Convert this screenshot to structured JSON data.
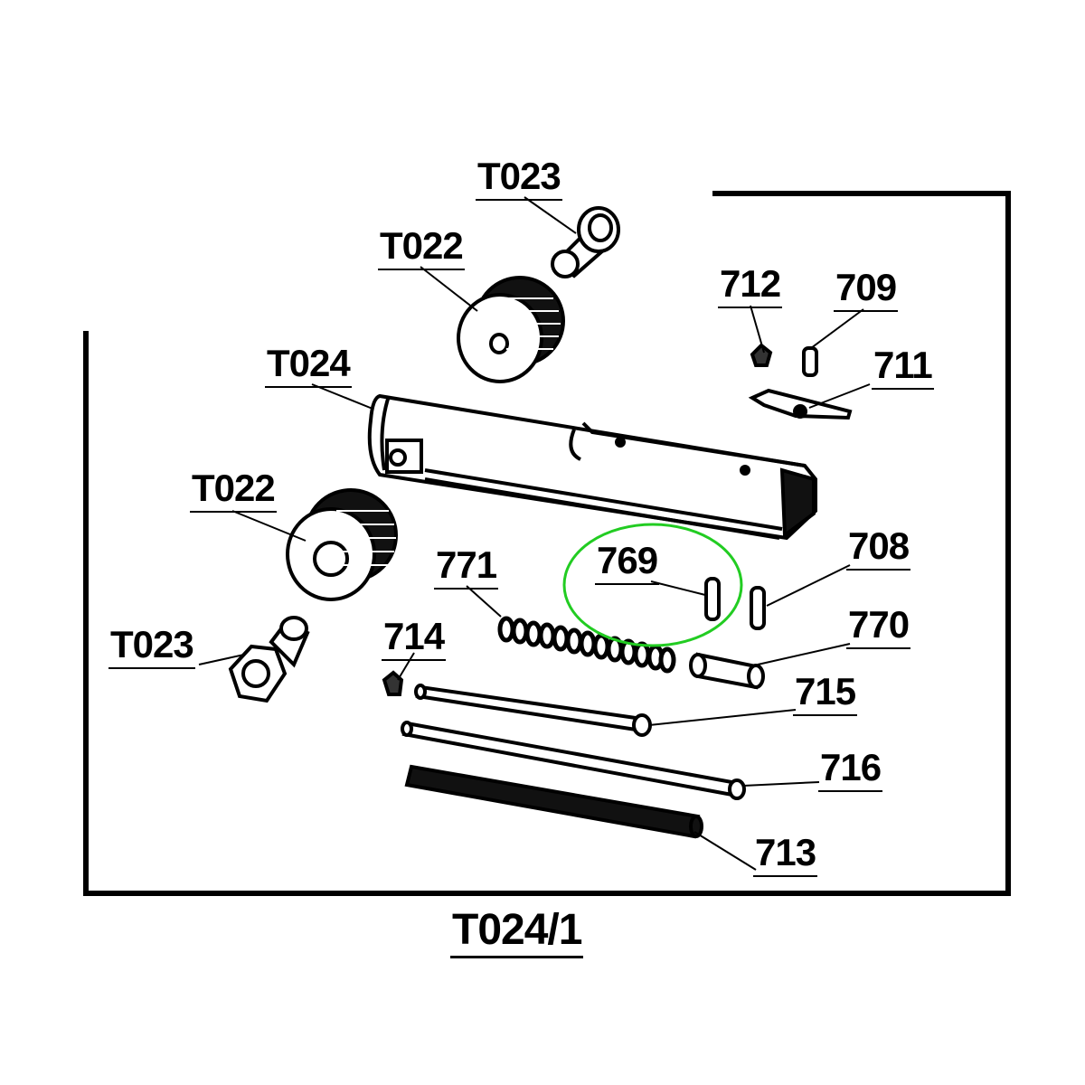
{
  "diagram": {
    "assembly_label": "T024/1",
    "highlight_color": "#22cc22",
    "highlighted_part": "769",
    "parts": [
      {
        "id": "t023-top",
        "label": "T023"
      },
      {
        "id": "t022-top",
        "label": "T022"
      },
      {
        "id": "t024",
        "label": "T024"
      },
      {
        "id": "t022-bottom",
        "label": "T022"
      },
      {
        "id": "t023-bottom",
        "label": "T023"
      },
      {
        "id": "p712",
        "label": "712"
      },
      {
        "id": "p709",
        "label": "709"
      },
      {
        "id": "p711",
        "label": "711"
      },
      {
        "id": "p771",
        "label": "771"
      },
      {
        "id": "p769",
        "label": "769"
      },
      {
        "id": "p708",
        "label": "708"
      },
      {
        "id": "p714",
        "label": "714"
      },
      {
        "id": "p770",
        "label": "770"
      },
      {
        "id": "p715",
        "label": "715"
      },
      {
        "id": "p716",
        "label": "716"
      },
      {
        "id": "p713",
        "label": "713"
      }
    ]
  }
}
